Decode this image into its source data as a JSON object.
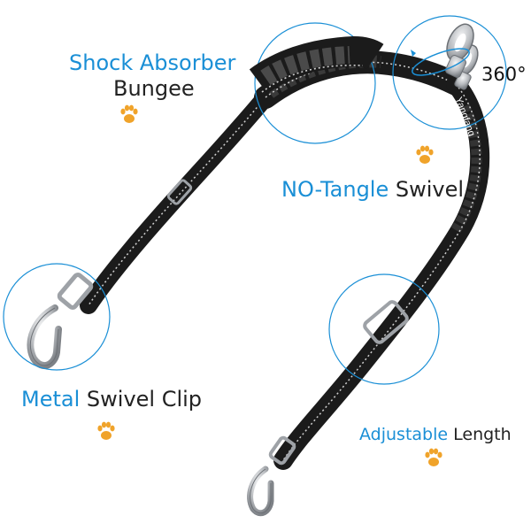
{
  "labels": {
    "shock_absorber": {
      "blue": "Shock Absorber",
      "dark": "Bungee"
    },
    "no_tangle": {
      "blue": "NO-Tangle",
      "dark": "Swivel"
    },
    "metal_clip": {
      "blue": "Metal",
      "dark": "Swivel Clip"
    },
    "adjustable": {
      "blue": "Adjustable",
      "dark": "Length"
    }
  },
  "rotation_text": "360°",
  "brand_text": "Yangfang",
  "colors": {
    "accent_blue": "#1a8fd6",
    "paw": "#f0a32a",
    "strap": "#1b1b1b",
    "reflective": "#cfcfcf",
    "metal": "#b9bcc0"
  },
  "icons": [
    "paw-print-icon",
    "paw-print-icon",
    "paw-print-icon",
    "paw-print-icon",
    "paw-print-icon"
  ]
}
